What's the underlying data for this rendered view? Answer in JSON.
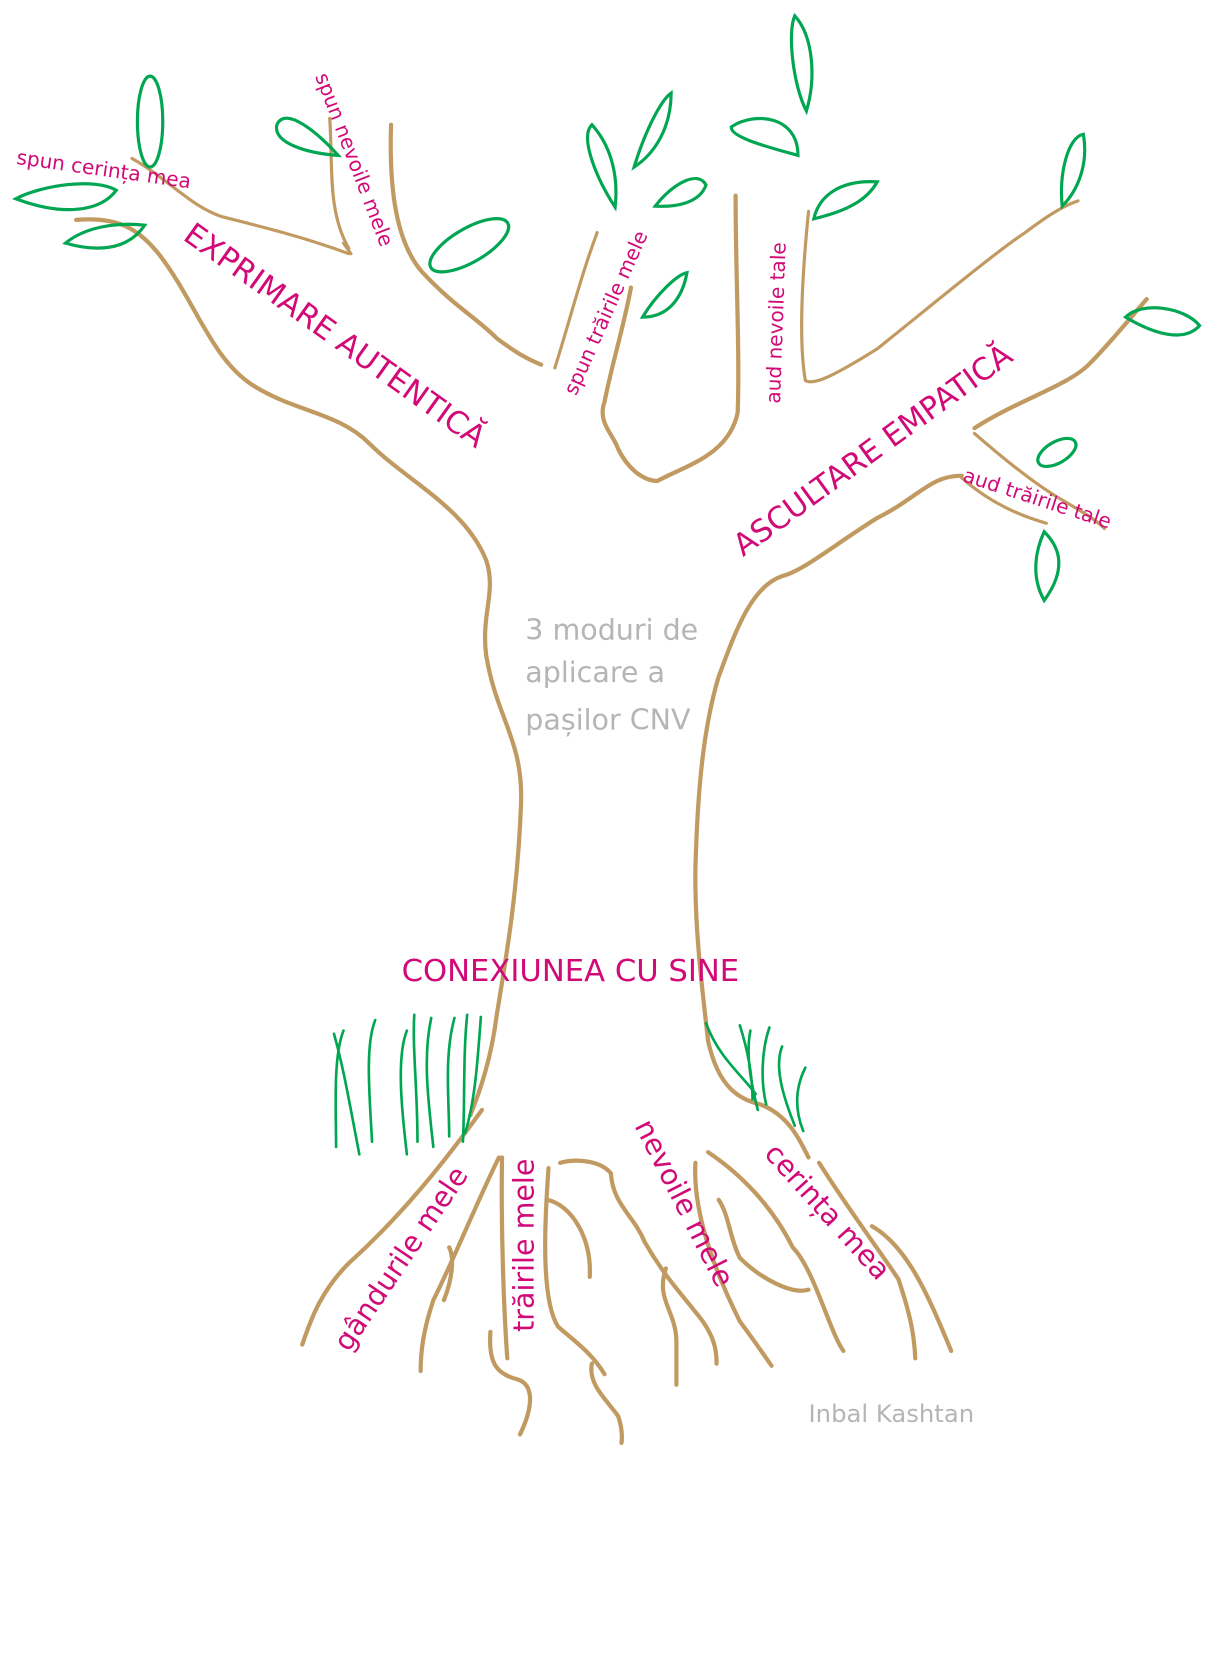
{
  "colors": {
    "branch": "#c19a62",
    "leaf": "#00a651",
    "label": "#d10a77",
    "caption": "#b5b5b5"
  },
  "crown": {
    "left_branch": {
      "title": "EXPRIMARE AUTENTICĂ",
      "twigs": [
        "spun cerința mea",
        "spun nevoile mele",
        "spun trăirile mele"
      ]
    },
    "right_branch": {
      "title": "ASCULTARE EMPATICĂ",
      "twigs": [
        "aud nevoile tale",
        "aud trăirile tale"
      ]
    }
  },
  "trunk": {
    "caption_lines": [
      "3 moduri de",
      "aplicare a",
      "pașilor CNV"
    ]
  },
  "base": {
    "title": "CONEXIUNEA CU SINE"
  },
  "roots": [
    "gândurile mele",
    "trăirile mele",
    "nevoile mele",
    "cerința mea"
  ],
  "author": "Inbal Kashtan"
}
